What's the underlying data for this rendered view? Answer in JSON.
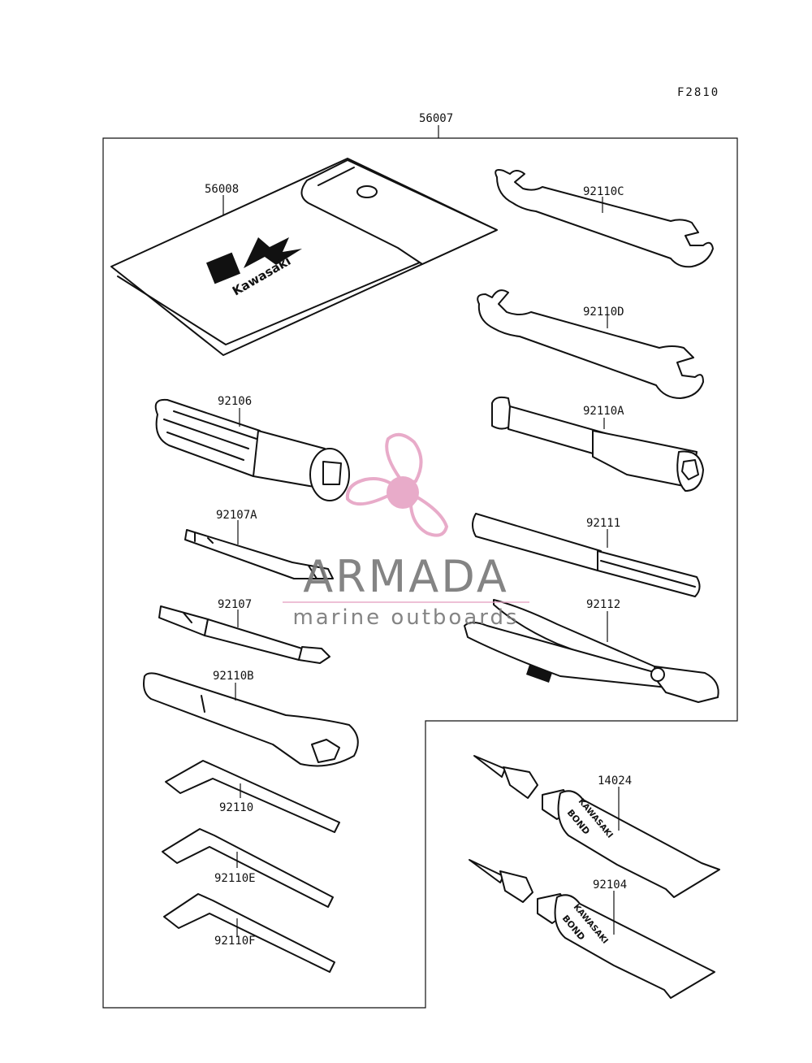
{
  "diagram": {
    "code": "F2810",
    "kit_label": "56007",
    "parts": [
      {
        "id": "56008"
      },
      {
        "id": "92110C"
      },
      {
        "id": "92110D"
      },
      {
        "id": "92106"
      },
      {
        "id": "92110A"
      },
      {
        "id": "92107A"
      },
      {
        "id": "92111"
      },
      {
        "id": "92107"
      },
      {
        "id": "92112"
      },
      {
        "id": "92110B"
      },
      {
        "id": "92110"
      },
      {
        "id": "92110E"
      },
      {
        "id": "92110F"
      },
      {
        "id": "14024"
      },
      {
        "id": "92104"
      }
    ],
    "pouch_brand": "Kawasaki",
    "tube_text_1": "KAWASAKI",
    "tube_text_2": "BOND"
  },
  "watermark": {
    "title": "ARMADA",
    "subtitle": "marine outboards",
    "color": "#e6a3c4"
  }
}
